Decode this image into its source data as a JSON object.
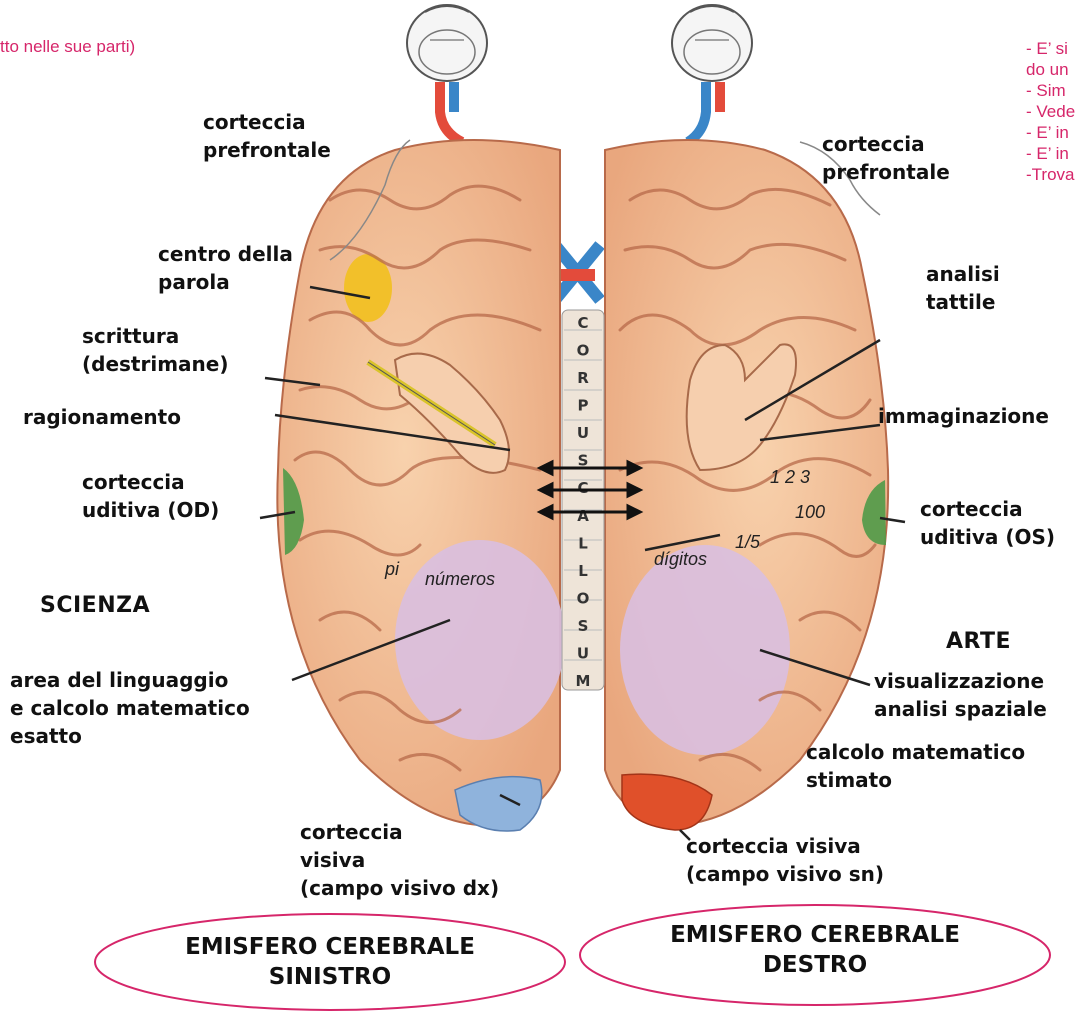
{
  "note_left": "tto nelle sue parti)",
  "notes_right": [
    "- E’ si",
    "do un",
    "- Sim",
    "- Vede",
    "- E’ in",
    "- E’ in",
    "-Trova"
  ],
  "labels_left": {
    "prefrontal": [
      "corteccia",
      "prefrontale"
    ],
    "speech": [
      "centro della",
      "parola"
    ],
    "writing": [
      "scrittura",
      "(destrimane)"
    ],
    "reasoning": "ragionamento",
    "auditory": [
      "corteccia",
      "uditiva (OD)"
    ],
    "science": "SCIENZA",
    "language": [
      "area del linguaggio",
      "e calcolo matematico",
      "esatto"
    ],
    "visual": [
      "corteccia",
      "visiva",
      "(campo visivo dx)"
    ]
  },
  "labels_right": {
    "prefrontal": [
      "corteccia",
      "prefrontale"
    ],
    "tactile": [
      "analisi",
      "tattile"
    ],
    "imagination": "immaginazione",
    "auditory": [
      "corteccia",
      "uditiva (OS)"
    ],
    "art": "ARTE",
    "visualization": [
      "visualizzazione",
      "analisi spaziale"
    ],
    "estimated": [
      "calcolo matematico",
      "stimato"
    ],
    "visual": [
      "corteccia visiva",
      "(campo visivo sn)"
    ]
  },
  "brain_text": {
    "pi": "pi",
    "numeros": "números",
    "digitos": "dígitos",
    "n123": "1 2 3",
    "n100": "100",
    "n15": "1/5",
    "corpus_callosum": [
      "C",
      "O",
      "R",
      "P",
      "U",
      "S",
      "C",
      "A",
      "L",
      "L",
      "O",
      "S",
      "U",
      "M"
    ]
  },
  "hemispheres": {
    "left": [
      "EMISFERO CEREBRALE",
      "SINISTRO"
    ],
    "right": [
      "EMISFERO CEREBRALE",
      "DESTRO"
    ]
  },
  "colors": {
    "brain": "#f3c198",
    "sulci": "#b86a4a",
    "accent_pink": "#d6266a",
    "speech_center": "#f2c01e",
    "auditory": "#4f9a48",
    "visual_left": "#8fb3dc",
    "visual_right": "#e0502a",
    "spatial": "#d9bfe0",
    "optic_red": "#e34b3b",
    "optic_blue": "#3a86c8"
  }
}
